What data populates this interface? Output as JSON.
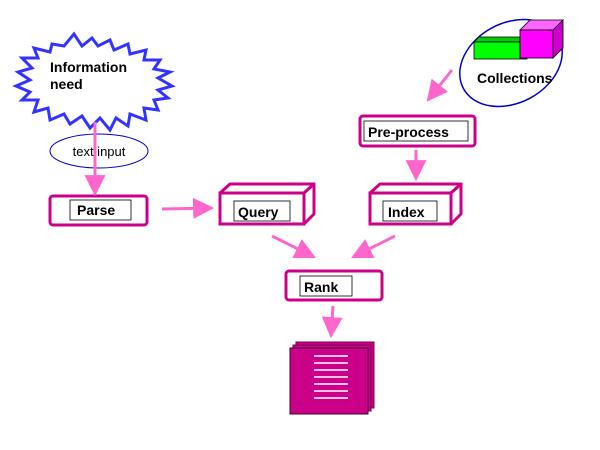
{
  "nodes": {
    "information_need": {
      "line1": "Information",
      "line2": "need"
    },
    "collections": "Collections",
    "text_input": "text input",
    "parse": "Parse",
    "pre_process": "Pre-process",
    "query": "Query",
    "index": "Index",
    "rank": "Rank"
  },
  "colors": {
    "box": "#cc0088",
    "arrow": "#ff66cc",
    "starburst": "#3333ff",
    "ellipse": "#0000cc",
    "green_block": "#00ff00",
    "magenta_block": "#ff00ff",
    "document": "#cc0088"
  }
}
